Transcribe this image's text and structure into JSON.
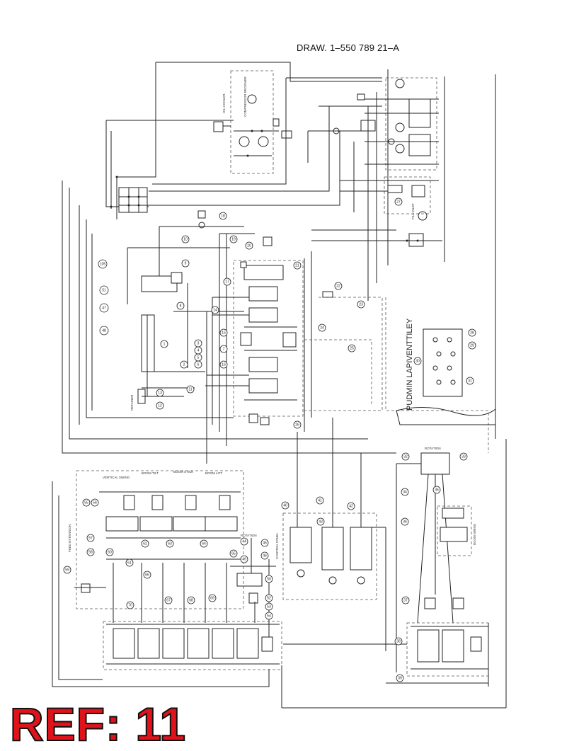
{
  "drawing_number": "DRAW. 1–550 789 21–A",
  "ref_label": "REF: 11",
  "component_labels": {
    "oil_cooler": "OIL COOLER",
    "compressor_receiver": "COMPRESSOR RECEIVER",
    "pudmin_lapiventtiley": "PUDMIN LAPIVENTTILEY",
    "rotation": "ROTATION",
    "vertical_swing": "VERTICAL SWING",
    "boom_tilt": "BOOM TILT",
    "boom_stick": "BOOM STICK",
    "boom_lift": "BOOM LIFT",
    "boom_swing": "BOOM SWING",
    "feed_extension": "FEED EXTENSION",
    "control_panel": "CONTROL PANEL",
    "retainer": "RETAINER",
    "rotation_lower": "ROTATION",
    "fill_inlet": "FILL INLET"
  },
  "bubbles": [
    "105",
    "51",
    "47",
    "48",
    "9",
    "8",
    "10",
    "13",
    "12",
    "11",
    "1",
    "2",
    "3",
    "4",
    "5",
    "6",
    "7",
    "14",
    "15",
    "16",
    "17",
    "18",
    "19",
    "20",
    "21",
    "22",
    "23",
    "24",
    "25",
    "26",
    "27",
    "28",
    "29",
    "30",
    "31",
    "32",
    "33",
    "34",
    "35",
    "36",
    "37",
    "38",
    "39",
    "40",
    "41",
    "42",
    "43",
    "44",
    "45",
    "46",
    "49",
    "50",
    "52",
    "53",
    "54",
    "55",
    "56",
    "57",
    "58",
    "59",
    "60",
    "61",
    "62",
    "63",
    "64",
    "65",
    "66",
    "67",
    "68",
    "69",
    "70"
  ]
}
